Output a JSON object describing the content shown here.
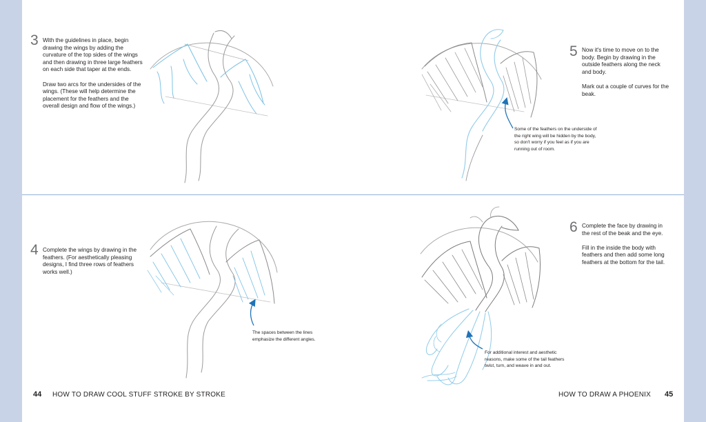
{
  "left_page": {
    "page_number": "44",
    "running_title": "HOW TO DRAW COOL STUFF STROKE BY STROKE"
  },
  "right_page": {
    "page_number": "45",
    "running_title": "HOW TO DRAW A PHOENIX"
  },
  "steps": [
    {
      "number": "3",
      "paragraphs": [
        "With the guidelines in place, begin drawing the wings by adding the curvature of the top sides of the wings and then drawing in three large feathers on each side that taper at the ends.",
        "Draw two arcs for the undersides of the wings. (These will help determine the placement for the feathers and the overall design and flow of the wings.)"
      ]
    },
    {
      "number": "5",
      "paragraphs": [
        "Now it's time to move on to the body. Begin by drawing in the outside feathers along the neck and body.",
        "Mark out a couple of curves for the beak."
      ],
      "caption": "Some of the feathers on the underside of the right wing will be hidden by the body, so don't worry if you feel as if you are running out of room."
    },
    {
      "number": "4",
      "paragraphs": [
        "Complete the wings by drawing in the feathers. (For aesthetically pleasing designs, I find three rows of feathers works well.)"
      ],
      "caption": "The spaces between the lines emphasize the different angles."
    },
    {
      "number": "6",
      "paragraphs": [
        "Complete the face by drawing in the rest of the beak and the eye.",
        "Fill in the inside the body with feathers and then add some long feathers at the bottom for the tail."
      ],
      "caption": "For additional interest and aesthetic reasons, make some of the tail feathers twist, turn, and weave in and out."
    }
  ],
  "colors": {
    "page_edge": "#c9d3e8",
    "divider": "#8fb0d6",
    "sketch_gray": "#9a9a9a",
    "sketch_blue": "#7fc3e6",
    "arrow_blue": "#1f73b7"
  }
}
